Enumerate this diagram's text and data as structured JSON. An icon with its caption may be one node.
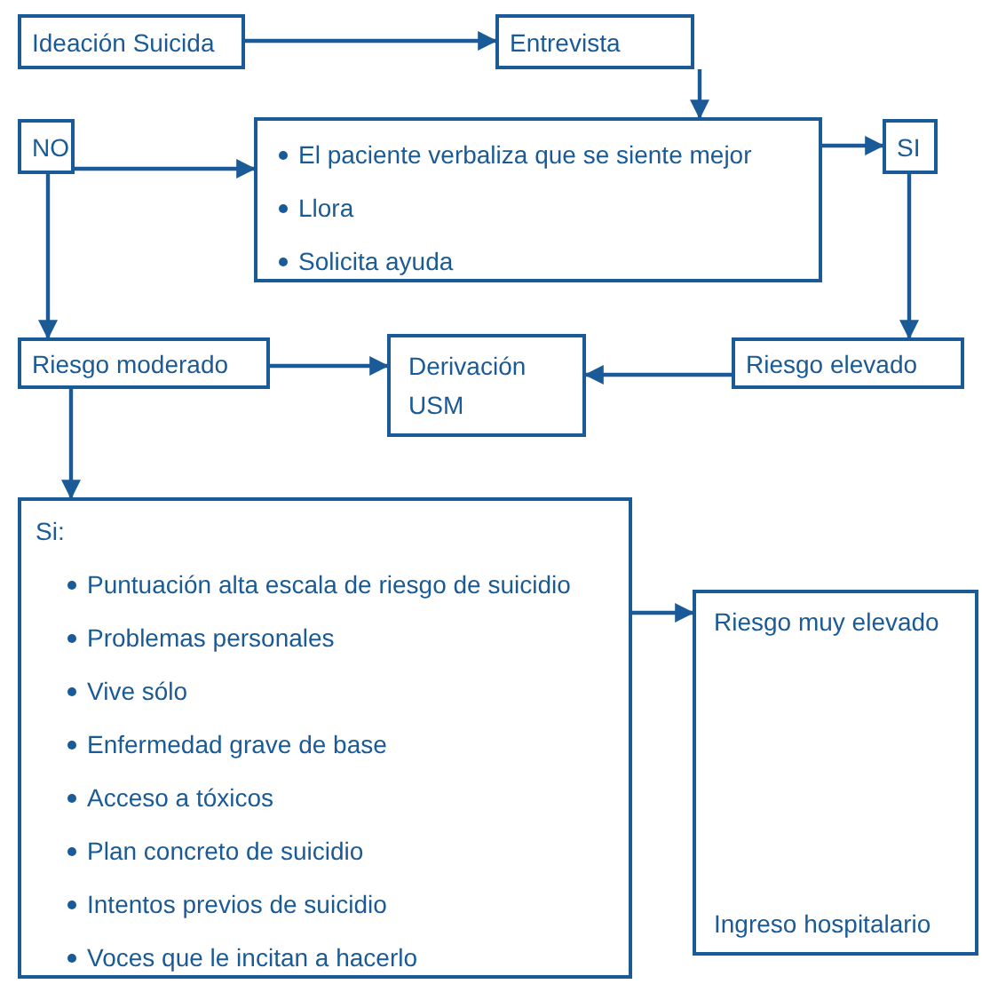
{
  "diagram": {
    "nodes": [
      {
        "text": [
          "Ideación Suicida"
        ]
      },
      {
        "text": [
          "Entrevista"
        ]
      },
      {
        "text": [
          "NO"
        ]
      },
      {
        "text": [
          "El paciente verbaliza que se siente mejor",
          "Llora",
          "Solicita ayuda"
        ]
      },
      {
        "text": [
          "SI"
        ]
      },
      {
        "text": [
          "Riesgo moderado"
        ]
      },
      {
        "text": [
          "Derivación",
          "USM"
        ]
      },
      {
        "text": [
          "Riesgo elevado"
        ]
      },
      {
        "text": [
          "Si:",
          "Puntuación alta escala de riesgo de suicidio",
          "Problemas personales",
          "Vive sólo",
          "Enfermedad grave de base",
          "Acceso a tóxicos",
          "Plan concreto de suicidio",
          "Intentos previos de suicidio",
          "Voces que le incitan a hacerlo"
        ]
      },
      {
        "text": [
          "Riesgo muy elevado",
          "Ingreso hospitalario"
        ]
      }
    ],
    "edges": [
      {
        "from": 0,
        "to": 1,
        "arrow": "to"
      },
      {
        "from": 1,
        "to": 3,
        "arrow": "to"
      },
      {
        "from": 2,
        "to": 3,
        "arrow": "to"
      },
      {
        "from": 3,
        "to": 4,
        "arrow": "to"
      },
      {
        "from": 2,
        "to": 5,
        "arrow": "to"
      },
      {
        "from": 4,
        "to": 7,
        "arrow": "to"
      },
      {
        "from": 5,
        "to": 6,
        "arrow": "to"
      },
      {
        "from": 7,
        "to": 6,
        "arrow": "to"
      },
      {
        "from": 5,
        "to": 8,
        "arrow": "to"
      },
      {
        "from": 8,
        "to": 9,
        "arrow": "to"
      }
    ]
  }
}
